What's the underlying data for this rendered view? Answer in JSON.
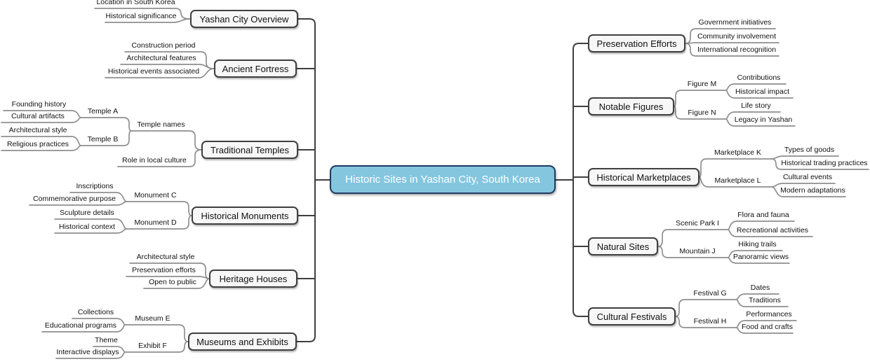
{
  "title": "Historic Sites in Yashan City, South Korea",
  "center": {
    "label": "Historic Sites in Yashan City, South Korea"
  },
  "left": [
    {
      "label": "Yashan City Overview",
      "children": [
        {
          "label": "Location in South Korea"
        },
        {
          "label": "Historical significance"
        }
      ]
    },
    {
      "label": "Ancient Fortress",
      "children": [
        {
          "label": "Construction period"
        },
        {
          "label": "Architectural features"
        },
        {
          "label": "Historical events associated"
        }
      ]
    },
    {
      "label": "Traditional Temples",
      "children": [
        {
          "label": "Temple names",
          "children": [
            {
              "label": "Temple A",
              "children": [
                {
                  "label": "Founding history"
                },
                {
                  "label": "Cultural artifacts"
                }
              ]
            },
            {
              "label": "Temple B",
              "children": [
                {
                  "label": "Architectural style"
                },
                {
                  "label": "Religious practices"
                }
              ]
            }
          ]
        },
        {
          "label": "Role in local culture"
        }
      ]
    },
    {
      "label": "Historical Monuments",
      "children": [
        {
          "label": "Monument C",
          "children": [
            {
              "label": "Inscriptions"
            },
            {
              "label": "Commemorative purpose"
            }
          ]
        },
        {
          "label": "Monument D",
          "children": [
            {
              "label": "Sculpture details"
            },
            {
              "label": "Historical context"
            }
          ]
        }
      ]
    },
    {
      "label": "Heritage Houses",
      "children": [
        {
          "label": "Architectural style"
        },
        {
          "label": "Preservation efforts"
        },
        {
          "label": "Open to public"
        }
      ]
    },
    {
      "label": "Museums and Exhibits",
      "children": [
        {
          "label": "Museum E",
          "children": [
            {
              "label": "Collections"
            },
            {
              "label": "Educational programs"
            }
          ]
        },
        {
          "label": "Exhibit F",
          "children": [
            {
              "label": "Theme"
            },
            {
              "label": "Interactive displays"
            }
          ]
        }
      ]
    }
  ],
  "right": [
    {
      "label": "Preservation Efforts",
      "children": [
        {
          "label": "Government initiatives"
        },
        {
          "label": "Community involvement"
        },
        {
          "label": "International recognition"
        }
      ]
    },
    {
      "label": "Notable Figures",
      "children": [
        {
          "label": "Figure M",
          "children": [
            {
              "label": "Contributions"
            },
            {
              "label": "Historical impact"
            }
          ]
        },
        {
          "label": "Figure N",
          "children": [
            {
              "label": "Life story"
            },
            {
              "label": "Legacy in Yashan"
            }
          ]
        }
      ]
    },
    {
      "label": "Historical Marketplaces",
      "children": [
        {
          "label": "Marketplace K",
          "children": [
            {
              "label": "Types of goods"
            },
            {
              "label": "Historical trading practices"
            }
          ]
        },
        {
          "label": "Marketplace L",
          "children": [
            {
              "label": "Cultural events"
            },
            {
              "label": "Modern adaptations"
            }
          ]
        }
      ]
    },
    {
      "label": "Natural Sites",
      "children": [
        {
          "label": "Scenic Park I",
          "children": [
            {
              "label": "Flora and fauna"
            },
            {
              "label": "Recreational activities"
            }
          ]
        },
        {
          "label": "Mountain J",
          "children": [
            {
              "label": "Hiking trails"
            },
            {
              "label": "Panoramic views"
            }
          ]
        }
      ]
    },
    {
      "label": "Cultural Festivals",
      "children": [
        {
          "label": "Festival G",
          "children": [
            {
              "label": "Dates"
            },
            {
              "label": "Traditions"
            }
          ]
        },
        {
          "label": "Festival H",
          "children": [
            {
              "label": "Performances"
            },
            {
              "label": "Food and crafts"
            }
          ]
        }
      ]
    }
  ],
  "colors": {
    "background": "#FFFFFF",
    "center_fill": "#85C6DF",
    "center_border": "#1F3A63",
    "center_text": "#FFFFFF",
    "branch_fill": "#F7F7F7",
    "branch_border": "#3F3F3F",
    "leaf_line": "#8F8F8F",
    "connector": "#3F3F3F",
    "text": "#111111"
  }
}
